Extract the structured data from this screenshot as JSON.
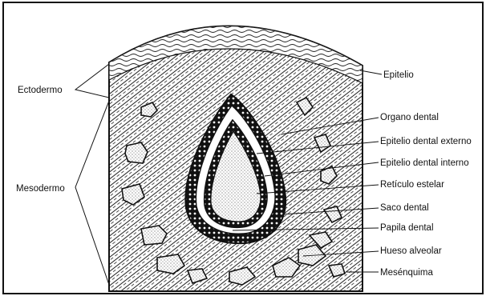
{
  "labels": {
    "left": {
      "ectodermo": "Ectodermo",
      "mesodermo": "Mesodermo"
    },
    "right": {
      "epitelio": "Epitelio",
      "organo_dental": "Organo dental",
      "epitelio_dental_externo": "Epitelio dental externo",
      "epitelio_dental_interno": "Epitelio dental interno",
      "reticulo_estelar": "Retículo estelar",
      "saco_dental": "Saco dental",
      "papila_dental": "Papila dental",
      "hueso_alveolar": "Hueso alveolar",
      "mesenquima": "Mesénquima"
    }
  }
}
